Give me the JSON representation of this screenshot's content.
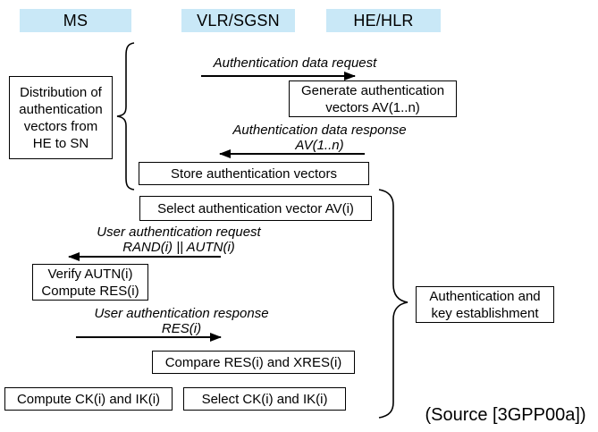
{
  "colors": {
    "header_bg": "#c9e8f7",
    "line": "#000000",
    "box_background": "#ffffff"
  },
  "headers": {
    "ms": "MS",
    "vlr_sgsn": "VLR/SGSN",
    "he_hlr": "HE/HLR"
  },
  "messages": {
    "auth_data_request": "Authentication data request",
    "auth_data_response": {
      "line1": "Authentication data response",
      "line2": "AV(1..n)"
    },
    "user_auth_request": {
      "line1": "User authentication request",
      "line2": "RAND(i) || AUTN(i)"
    },
    "user_auth_response": {
      "line1": "User authentication response",
      "line2": "RES(i)"
    }
  },
  "boxes": {
    "distribution": {
      "line1": "Distribution of",
      "line2": "authentication",
      "line3": "vectors from",
      "line4": "HE to SN"
    },
    "generate": {
      "line1": "Generate authentication",
      "line2": "vectors AV(1..n)"
    },
    "store": "Store authentication vectors",
    "select_av": "Select authentication vector AV(i)",
    "verify": {
      "line1": "Verify AUTN(i)",
      "line2": "Compute RES(i)"
    },
    "compare": "Compare RES(i) and XRES(i)",
    "compute_ck_ik": "Compute CK(i) and IK(i)",
    "select_ck_ik": "Select CK(i) and IK(i)",
    "auth_key_establishment": {
      "line1": "Authentication and",
      "line2": "key establishment"
    }
  },
  "source_note": "(Source [3GPP00a])"
}
